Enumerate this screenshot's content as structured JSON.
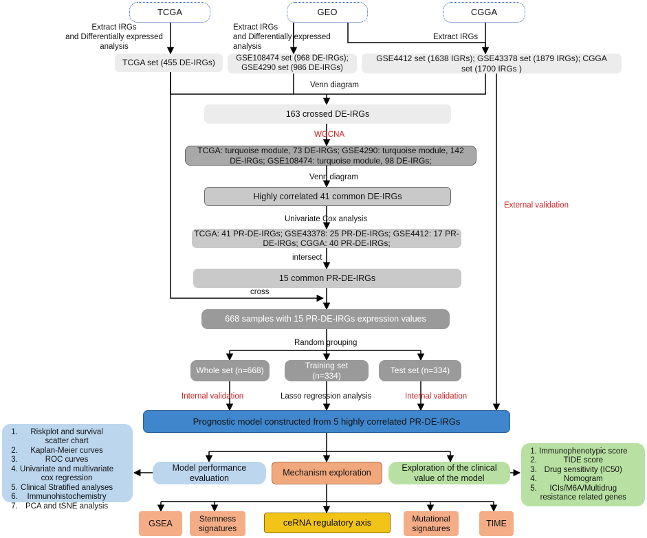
{
  "sources": {
    "tcga": "TCGA",
    "geo": "GEO",
    "cgga": "CGGA"
  },
  "edge_labels": {
    "tcga_extract": [
      "Extract IRGs",
      "and Differentially expressed",
      "analysis"
    ],
    "geo_extract": [
      "Extract IRGs",
      "and Differentially expressed",
      "analysis"
    ],
    "cgga_extract": "Extract IRGs",
    "venn1": "Venn diagram",
    "wgcna": "WGCNA",
    "venn2": "Venn diagram",
    "univariate": "Univariate Cox analysis",
    "intersect": "intersect",
    "cross": "cross",
    "random": "Random grouping",
    "external": "External validation",
    "internal_left": "Internal validation",
    "lasso": "Lasso regression analysis",
    "internal_right": "Internal validation"
  },
  "sets": {
    "tcga": "TCGA set (455 DE-IRGs)",
    "geo": [
      "GSE108474 set (968 DE-IRGs);",
      "GSE4290 set (986 DE-IRGs)"
    ],
    "cgga": [
      "GSE4412 set (1638 IGRs); GSE43378 set (1879 IRGs); CGGA",
      "set (1700 IRGs )"
    ]
  },
  "steps": {
    "crossed": "163 crossed DE-IRGs",
    "wgcna_result": [
      "TCGA: turquoise module, 73 DE-IRGs; GSE4290: turquoise module, 142",
      "DE-IRGs; GSE108474: turquoise module, 98 DE-IRGs;"
    ],
    "highly_correlated": "Highly correlated  41 common DE-IRGs",
    "cox_result": [
      "TCGA: 41 PR-DE-IRGs; GSE43378: 25 PR-DE-IRGs; GSE4412: 17 PR-",
      "DE-IRGs; CGGA: 40 PR-DE-IRGs;"
    ],
    "common_pr": "15 common PR-DE-IRGs",
    "samples": "668 samples with 15 PR-DE-IRGs expression values"
  },
  "groups": {
    "whole": "Whole set (n=668)",
    "training": [
      "Training  set",
      "(n=334)"
    ],
    "test": "Test set (n=334)"
  },
  "model": "Prognostic model constructed from 5 highly correlated PR-DE-IRGs",
  "branches": {
    "performance": [
      "Model performance",
      "evaluation"
    ],
    "mechanism": "Mechanism exploration",
    "clinical": [
      "Exploration of the clinical",
      "value of the model"
    ]
  },
  "left_list": [
    [
      "Riskplot and  survival",
      "scatter chart"
    ],
    [
      "Kaplan-Meier curves"
    ],
    [
      "ROC curves"
    ],
    [
      "Univariate and multivariate",
      "cox regression"
    ],
    [
      "Clinical Stratified analyses"
    ],
    [
      "Immunohistochemistry"
    ],
    [
      "PCA and tSNE analysis"
    ]
  ],
  "right_list": [
    [
      "Immunophenotypic score"
    ],
    [
      "TIDE score"
    ],
    [
      "Drug sensitivity (IC50)"
    ],
    [
      "Nomogram"
    ],
    [
      "ICIs/M6A/Multidrug",
      "resistance related genes"
    ]
  ],
  "leaves": {
    "gsea": "GSEA",
    "stemness": [
      "Stemness",
      "signatures"
    ],
    "cerna": "ceRNA regulatory axis",
    "mutational": [
      "Mutational",
      "signatures"
    ],
    "time": "TIME"
  },
  "colors": {
    "source_border": "#2f5fb3",
    "model_fill": "#3f86cc",
    "validation_text": "#cc1f1f",
    "blue_panel": "#bcd6ee",
    "green_panel": "#b8e0a2",
    "orange_leaf": "#f4ad86",
    "cerna_fill": "#f2c418"
  }
}
